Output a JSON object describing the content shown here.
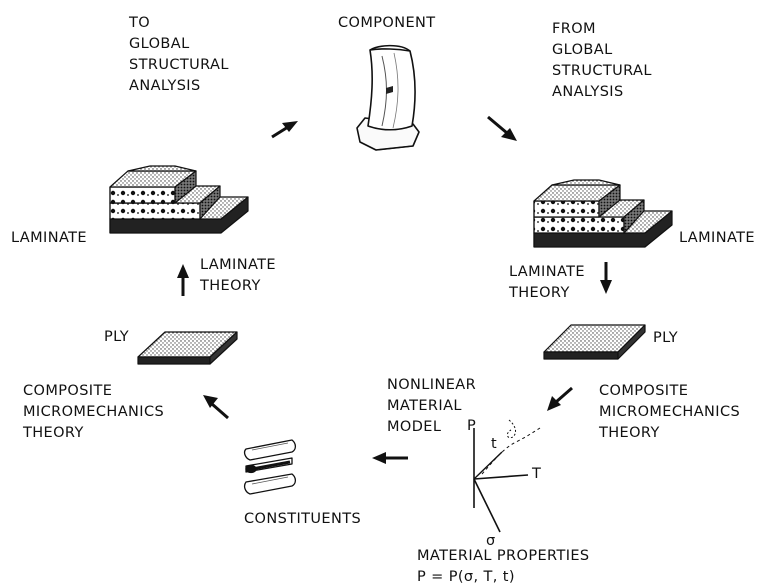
{
  "labels": {
    "to_global": [
      "TO",
      "GLOBAL",
      "STRUCTURAL",
      "ANALYSIS"
    ],
    "component": "COMPONENT",
    "from_global": [
      "FROM",
      "GLOBAL",
      "STRUCTURAL",
      "ANALYSIS"
    ],
    "laminate_left": "LAMINATE",
    "laminate_right": "LAMINATE",
    "laminate_theory_left": [
      "LAMINATE",
      "THEORY"
    ],
    "laminate_theory_right": [
      "LAMINATE",
      "THEORY"
    ],
    "ply_left": "PLY",
    "ply_right": "PLY",
    "micromechanics_left": [
      "COMPOSITE",
      "MICROMECHANICS",
      "THEORY"
    ],
    "micromechanics_right": [
      "COMPOSITE",
      "MICROMECHANICS",
      "THEORY"
    ],
    "nonlinear_model": [
      "NONLINEAR",
      "MATERIAL",
      "MODEL"
    ],
    "constituents": "CONSTITUENTS",
    "material_properties": [
      "MATERIAL PROPERTIES",
      "P = P(σ, T, t)"
    ],
    "axis_p": "P",
    "axis_t_lower": "t",
    "axis_t_upper": "T",
    "axis_sigma": "σ"
  }
}
